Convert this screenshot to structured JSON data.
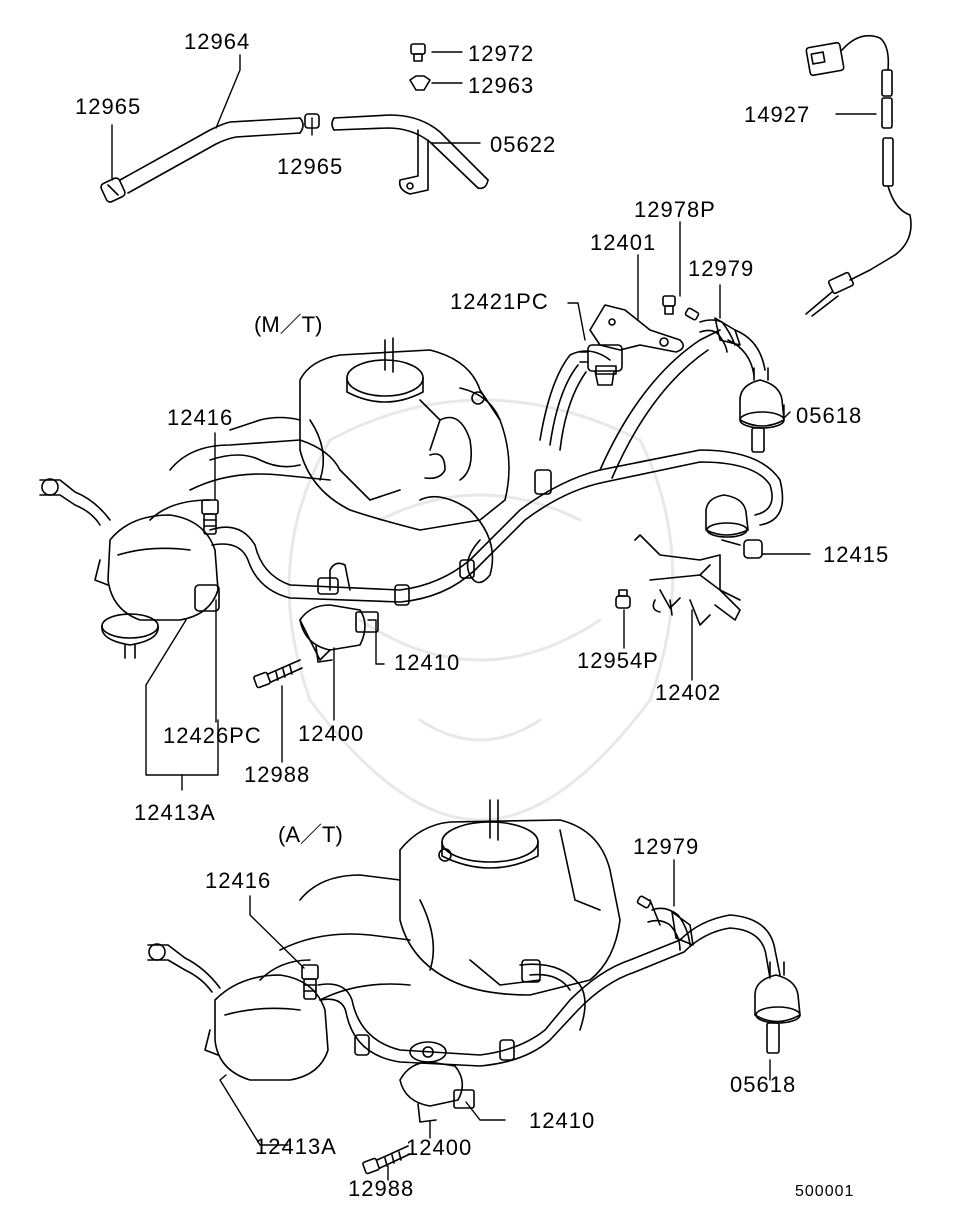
{
  "sections": {
    "mt": "(M／T)",
    "at": "(A／T)"
  },
  "labels": {
    "p12964": "12964",
    "p12965_left": "12965",
    "p12965_mid": "12965",
    "p12972": "12972",
    "p12963": "12963",
    "p05622": "05622",
    "p14927": "14927",
    "p12978P": "12978P",
    "p12401": "12401",
    "p12979_top": "12979",
    "p12421PC": "12421PC",
    "p05618_top": "05618",
    "p12416_top": "12416",
    "p12415": "12415",
    "p12410_top": "12410",
    "p12954P": "12954P",
    "p12402": "12402",
    "p12426PC": "12426PC",
    "p12400_top": "12400",
    "p12988_top": "12988",
    "p12413A_top": "12413A",
    "p12979_bot": "12979",
    "p12416_bot": "12416",
    "p05618_bot": "05618",
    "p12410_bot": "12410",
    "p12413A_bot": "12413A",
    "p12400_bot": "12400",
    "p12988_bot": "12988"
  },
  "diagram_code": "500001"
}
